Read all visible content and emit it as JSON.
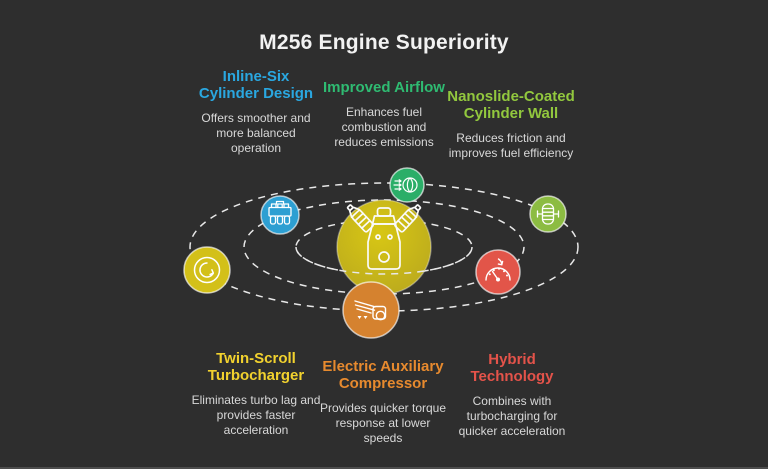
{
  "title": "M256 Engine Superiority",
  "background_color": "#2e2e2e",
  "features": {
    "top": [
      {
        "heading": "Inline-Six\nCylinder Design",
        "description": "Offers smoother and\nmore balanced\noperation",
        "color": "#2aa7e0",
        "icon": "inline-six-engine-icon"
      },
      {
        "heading": "Improved Airflow",
        "description": "Enhances fuel\ncombustion and\nreduces emissions",
        "color": "#2fbb72",
        "icon": "airflow-fan-icon"
      },
      {
        "heading": "Nanoslide-Coated\nCylinder Wall",
        "description": "Reduces friction and\nimproves fuel efficiency",
        "color": "#92c83e",
        "icon": "coated-cylinder-icon"
      }
    ],
    "bottom": [
      {
        "heading": "Twin-Scroll\nTurbocharger",
        "description": "Eliminates turbo lag and\nprovides faster\nacceleration",
        "color": "#f2d22e",
        "icon": "turbo-scroll-icon"
      },
      {
        "heading": "Electric Auxiliary\nCompressor",
        "description": "Provides quicker torque\nresponse at lower\nspeeds",
        "color": "#e78a2e",
        "icon": "electric-compressor-icon"
      },
      {
        "heading": "Hybrid\nTechnology",
        "description": "Combines with\nturbocharging for\nquicker acceleration",
        "color": "#e4534a",
        "icon": "hybrid-gauge-icon"
      }
    ]
  },
  "orbit": {
    "ring_count": 3,
    "ring_color": "#e8e8e8",
    "center_icon": "v-engine-icon",
    "center_color_top": "#d8c714",
    "center_color_bottom": "#b9a81e",
    "satellites": [
      {
        "icon": "inline-six-engine-icon",
        "color": "#2d9fd2"
      },
      {
        "icon": "airflow-fan-icon",
        "color": "#2bae68"
      },
      {
        "icon": "coated-cylinder-icon",
        "color": "#8cbc42"
      },
      {
        "icon": "hybrid-gauge-icon",
        "color": "#e25549"
      },
      {
        "icon": "electric-compressor-icon",
        "color": "#d5822f"
      },
      {
        "icon": "turbo-scroll-icon",
        "color": "#d3c019"
      }
    ]
  }
}
